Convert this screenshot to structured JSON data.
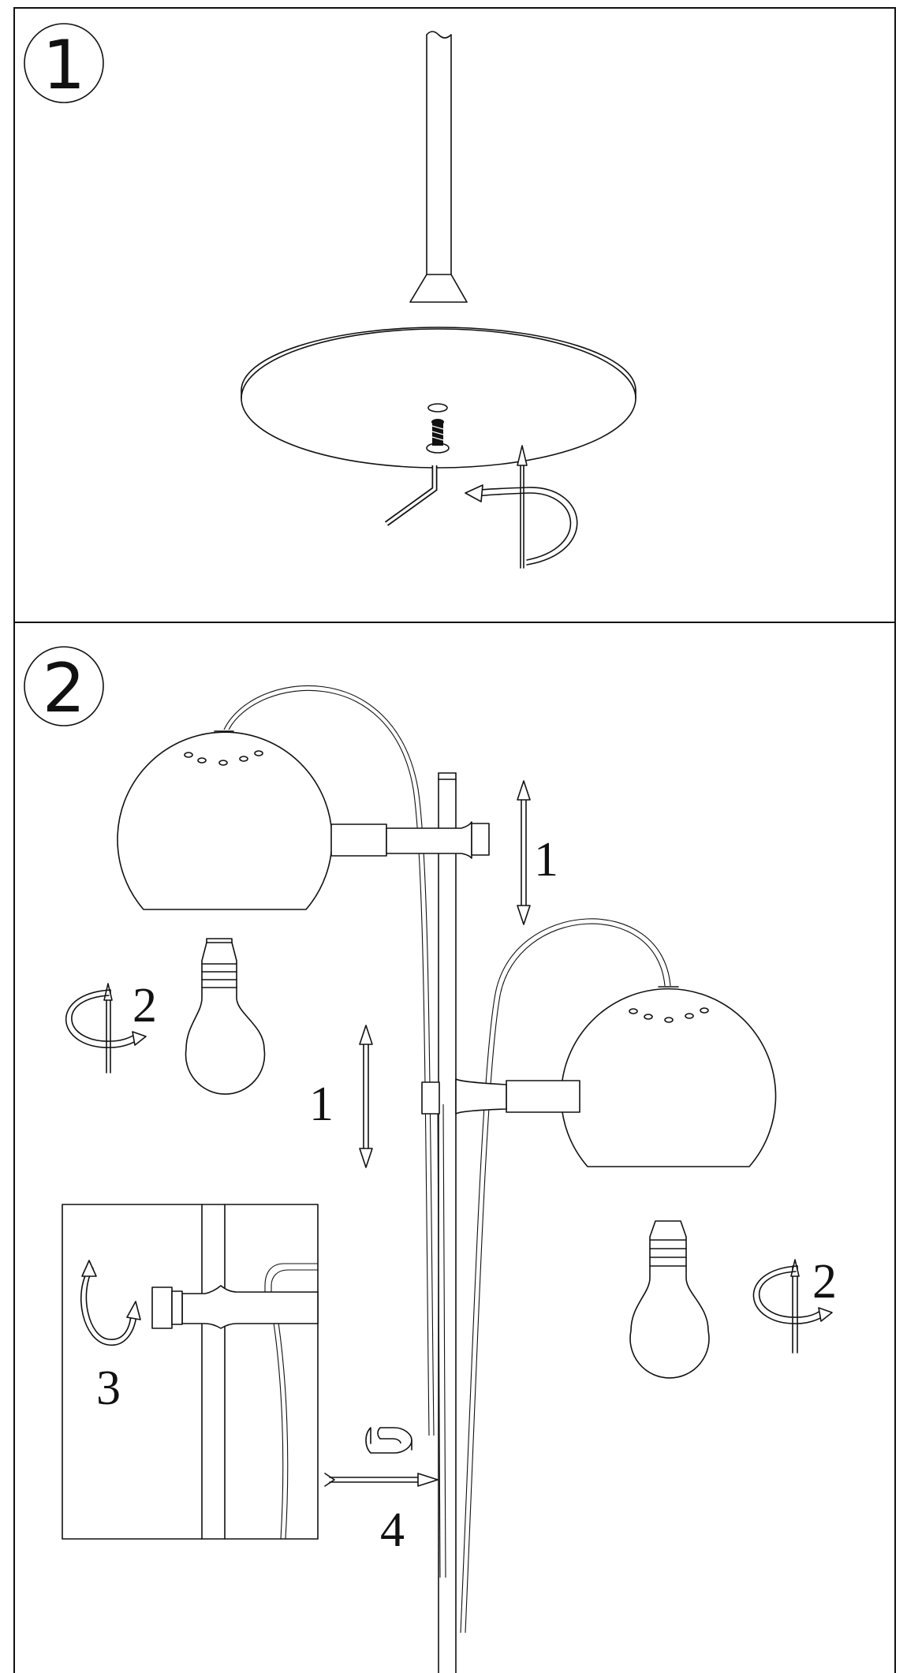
{
  "steps": [
    {
      "number": "1"
    },
    {
      "number": "2"
    }
  ],
  "callouts": {
    "slide_upper": "1",
    "slide_lower": "1",
    "bulb_left": "2",
    "bulb_right": "2",
    "tighten_knob": "3",
    "cable_clip": "4"
  },
  "colors": {
    "line": "#111111",
    "background": "#ffffff"
  }
}
